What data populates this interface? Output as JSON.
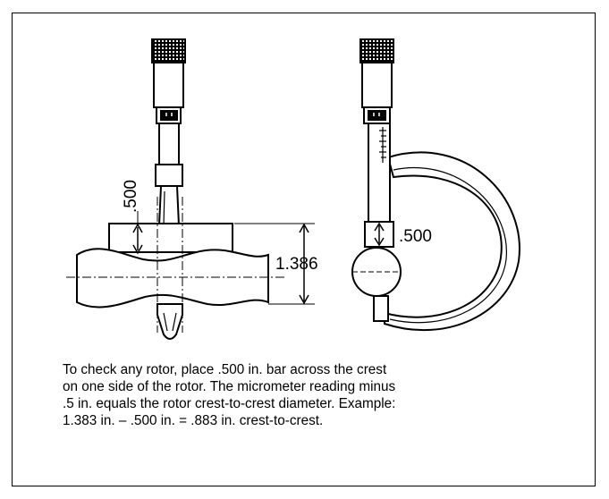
{
  "labels": {
    "left_bar_thickness": ".500",
    "right_bar_thickness": ".500",
    "micrometer_reading": "1.386"
  },
  "caption": {
    "line1": "To check any rotor, place .500 in. bar across the crest",
    "line2": "on one side of the rotor. The micrometer reading minus",
    "line3": ".5 in. equals the rotor crest-to-crest diameter. Example:",
    "line4": "1.383 in. – .500 in. = .883 in. crest-to-crest."
  }
}
